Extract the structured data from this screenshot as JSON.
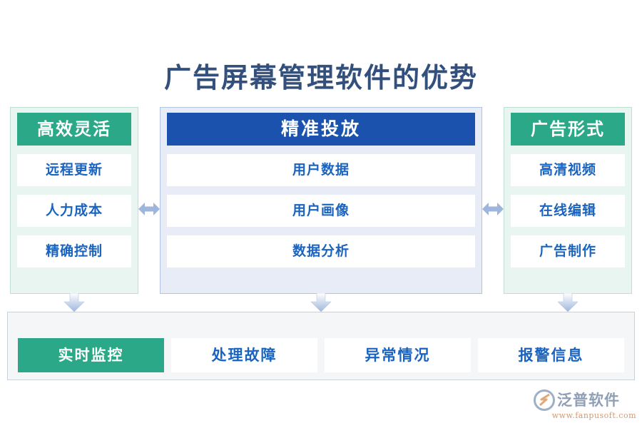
{
  "title": "广告屏幕管理软件的优势",
  "colors": {
    "title_text": "#33507d",
    "green": "#2aa887",
    "blue": "#1a52ad",
    "item_text": "#1a64c0",
    "green_panel_bg": "#e9f5f0",
    "blue_panel_bg": "#e7ecf7",
    "bottom_panel_bg": "#f4f6f8",
    "arrow": "#9fb6dc"
  },
  "columns": [
    {
      "id": "left",
      "header": "高效灵活",
      "header_style": "green",
      "items": [
        "远程更新",
        "人力成本",
        "精确控制"
      ]
    },
    {
      "id": "center",
      "header": "精准投放",
      "header_style": "blue",
      "items": [
        "用户数据",
        "用户画像",
        "数据分析"
      ]
    },
    {
      "id": "right",
      "header": "广告形式",
      "header_style": "green",
      "items": [
        "高清视频",
        "在线编辑",
        "广告制作"
      ]
    }
  ],
  "connectors": {
    "horizontal": [
      "double-arrow-left-center",
      "double-arrow-center-right"
    ],
    "vertical": [
      "down-arrow-left",
      "down-arrow-center",
      "down-arrow-right"
    ]
  },
  "bottom": {
    "cells": [
      {
        "label": "实时监控",
        "accent": true
      },
      {
        "label": "处理故障",
        "accent": false
      },
      {
        "label": "异常情况",
        "accent": false
      },
      {
        "label": "报警信息",
        "accent": false
      }
    ]
  },
  "watermark": {
    "brand": "泛普软件",
    "url": "www.fanpusoft.com"
  }
}
